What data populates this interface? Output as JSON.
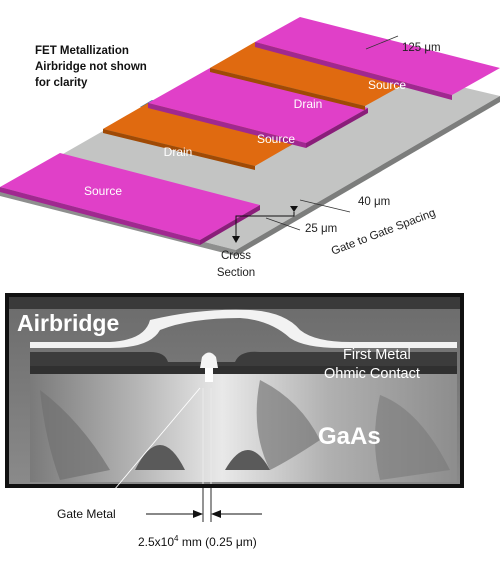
{
  "caption": {
    "line1": "FET Metallization",
    "line2": "Airbridge not shown",
    "line3": "for clarity"
  },
  "stripes": [
    {
      "label": "Source"
    },
    {
      "label": "Drain"
    },
    {
      "label": "Source"
    },
    {
      "label": "Drain"
    },
    {
      "label": "Source"
    }
  ],
  "dimensions": {
    "width": "125 μm",
    "pitch": "40 μm",
    "gap": "25 μm",
    "spacing_label": "Gate to Gate Spacing"
  },
  "cross_section_label": {
    "line1": "Cross",
    "line2": "Section"
  },
  "sem_labels": {
    "airbridge": "Airbridge",
    "first_metal": "First Metal",
    "ohmic_contact": "Ohmic Contact",
    "substrate": "GaAs"
  },
  "gate_metal_label": "Gate Metal",
  "gate_length": {
    "mantissa": "2.5x10",
    "exponent": "4",
    "rest": " mm (0.25 μm)"
  },
  "colors": {
    "source": "#e040c8",
    "drain": "#e06a10",
    "gate_strip": "#7aa4a0",
    "substrate": "#a8a9a8"
  }
}
